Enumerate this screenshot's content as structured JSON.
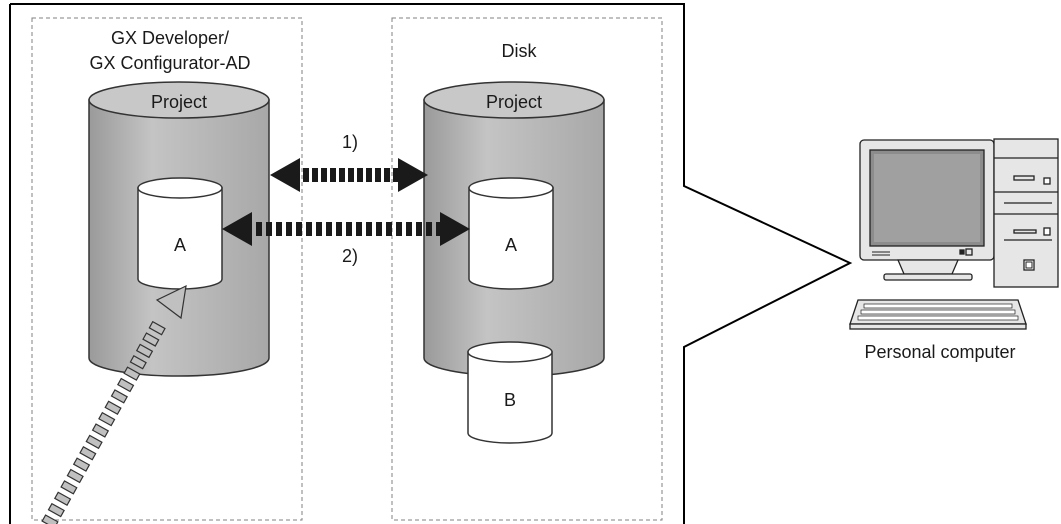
{
  "left_panel": {
    "title_line1": "GX Developer/",
    "title_line2": "GX Configurator-AD",
    "project_label": "Project",
    "file_label": "A"
  },
  "right_panel": {
    "title": "Disk",
    "project_label": "Project",
    "file_a_label": "A",
    "file_b_label": "B"
  },
  "arrows": {
    "arrow1_label": "1)",
    "arrow2_label": "2)"
  },
  "computer": {
    "label": "Personal computer"
  },
  "colors": {
    "cylinder_fill": "#b3b3b3",
    "cylinder_top": "#c8c8c8",
    "arrow_fill": "#1a1a1a",
    "incoming_arrow_fill": "#c0c0c0",
    "frame_stroke": "#000000",
    "dashed_stroke": "#808080"
  }
}
